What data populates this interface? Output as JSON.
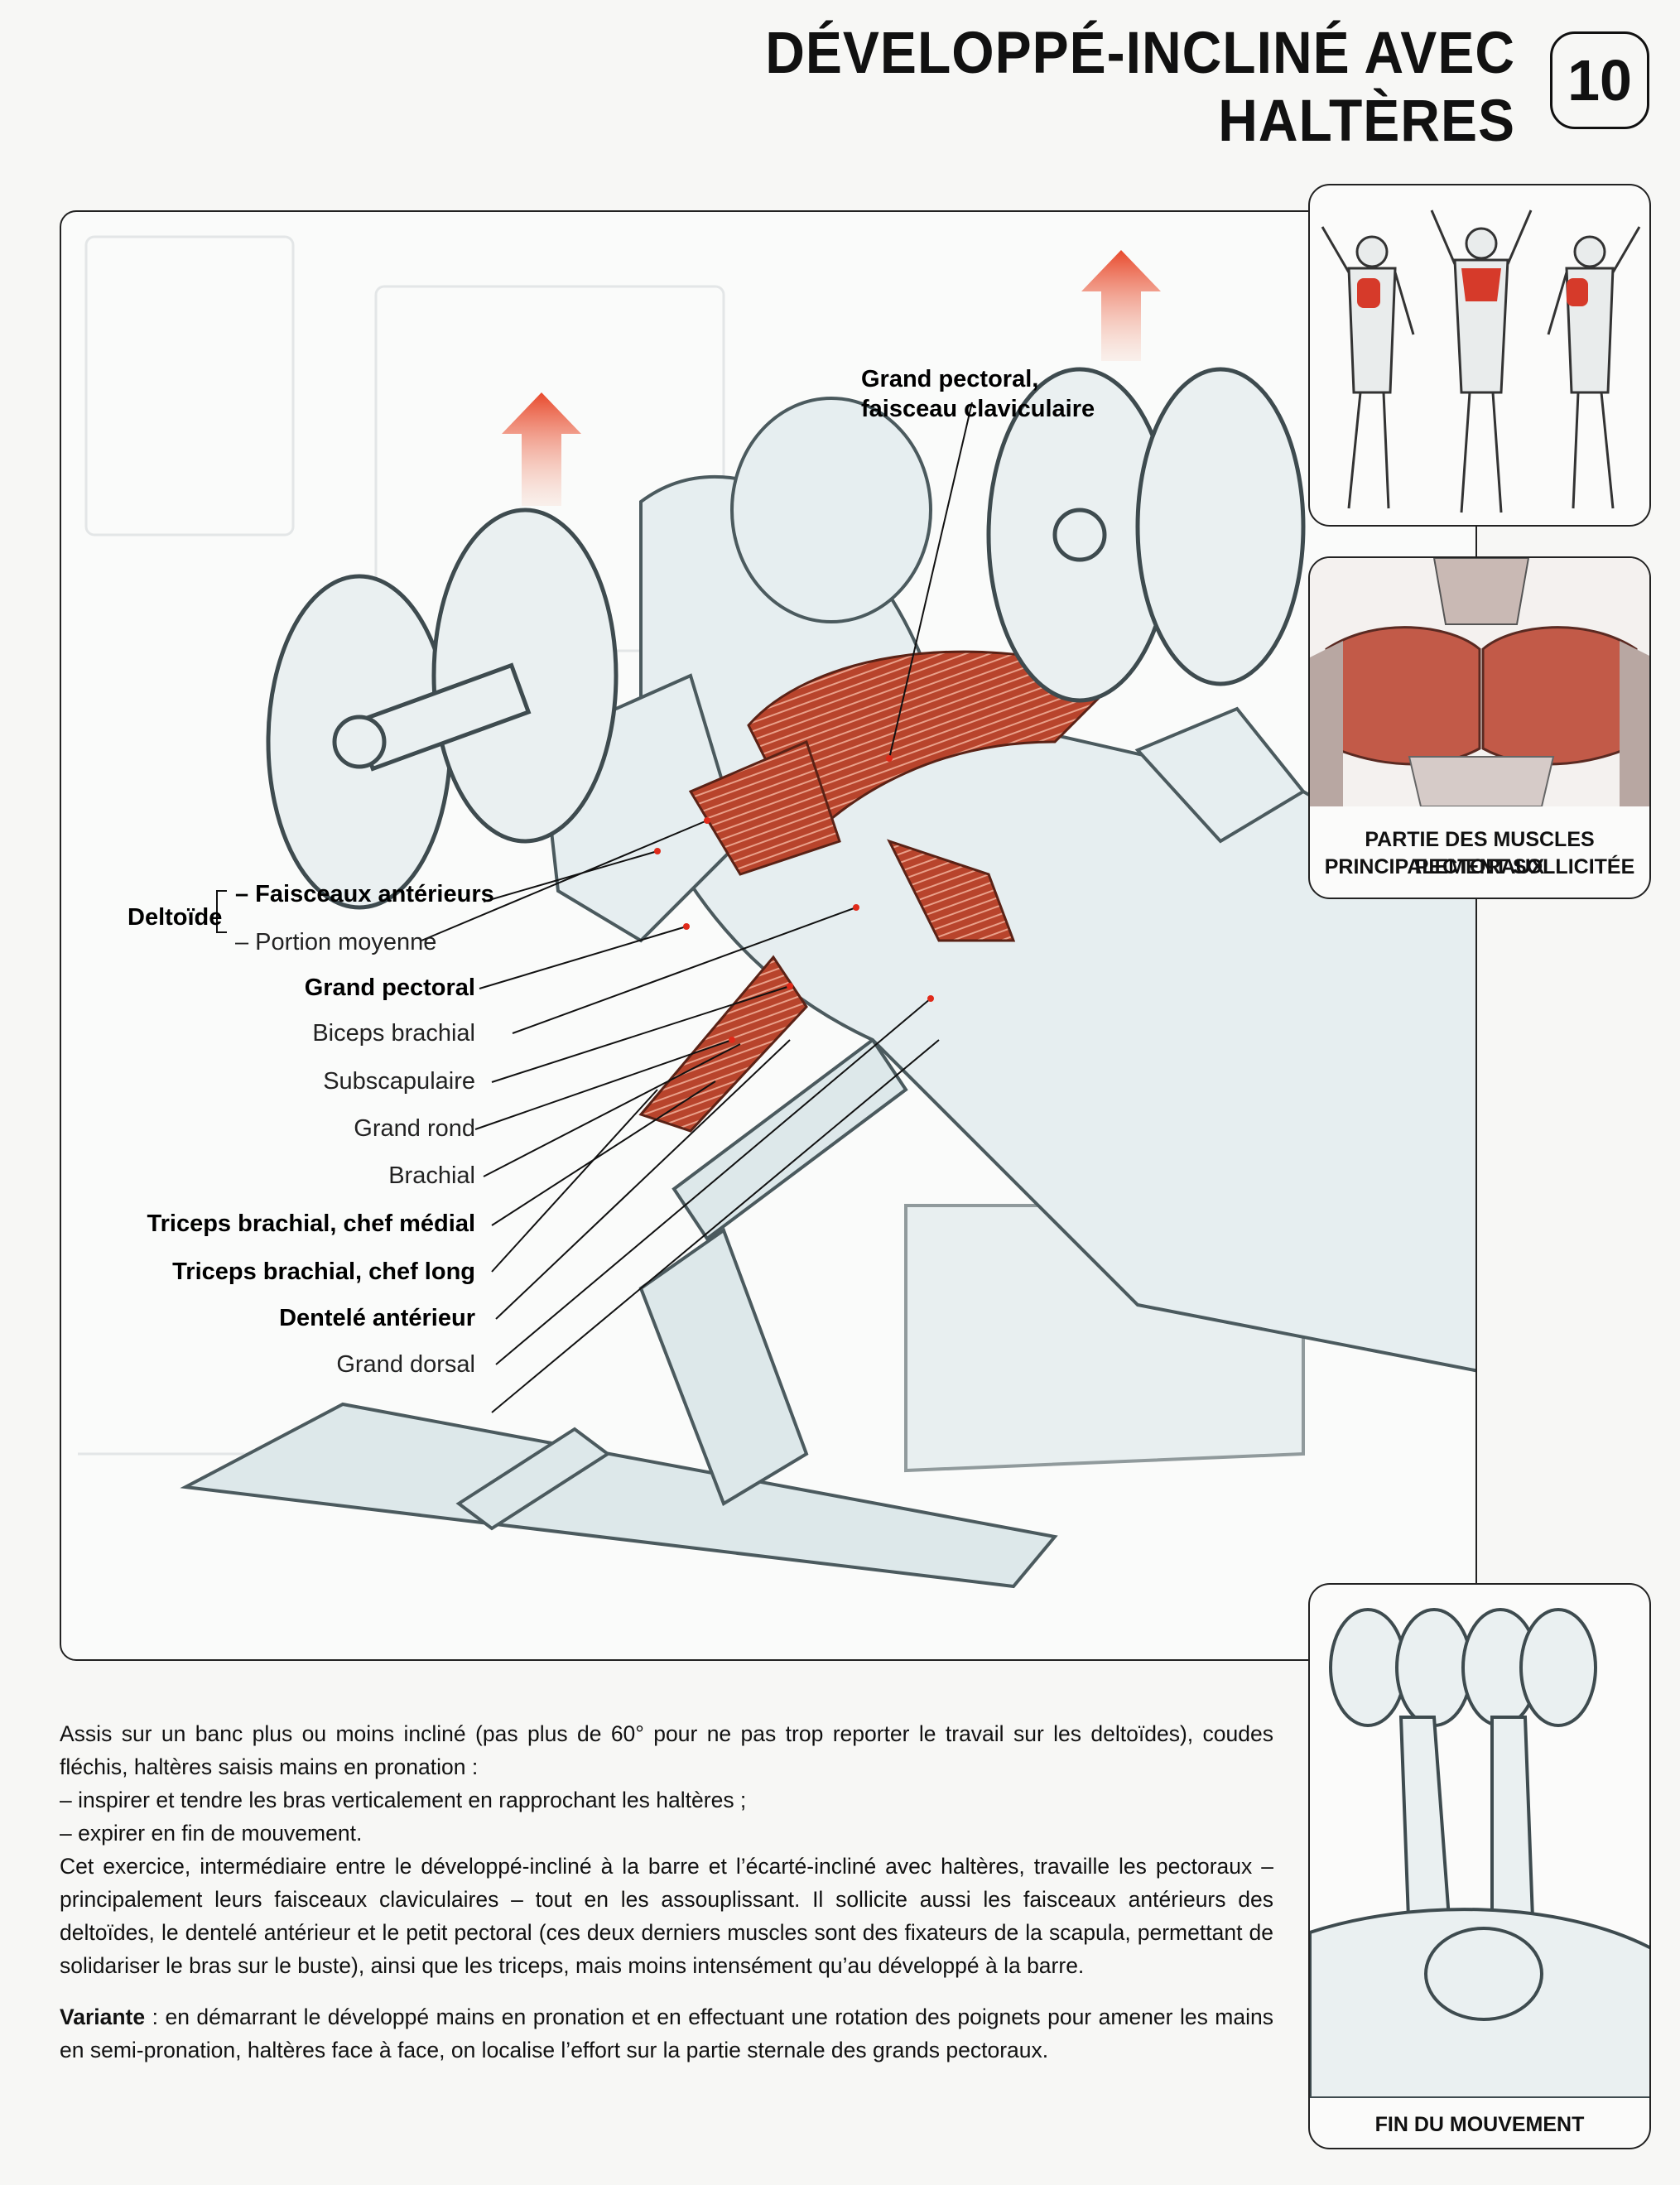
{
  "page": {
    "title": "DÉVELOPPÉ-INCLINÉ AVEC HALTÈRES",
    "number": "10"
  },
  "figure": {
    "labels": {
      "deltoid_group": "Deltoïde",
      "faisceaux_anterieurs": "– Faisceaux antérieurs",
      "portion_moyenne": "– Portion moyenne",
      "grand_pectoral": "Grand pectoral",
      "biceps_brachial": "Biceps brachial",
      "subscapulaire": "Subscapulaire",
      "grand_rond": "Grand rond",
      "brachial": "Brachial",
      "triceps_median": "Triceps brachial, chef médial",
      "triceps_long": "Triceps brachial, chef long",
      "dentele_anterieur": "Dentelé antérieur",
      "grand_dorsal": "Grand dorsal",
      "pectoral_clav_1": "Grand pectoral,",
      "pectoral_clav_2": "faisceau claviculaire"
    }
  },
  "side_panels": {
    "muscles_caption_1": "PARTIE DES MUSCLES PECTORAUX",
    "muscles_caption_2": "PRINCIPALEMENT SOLLICITÉE",
    "end_caption": "FIN DU MOUVEMENT"
  },
  "text": {
    "p1": "Assis sur un banc plus ou moins incliné (pas plus de 60° pour ne pas trop reporter le travail sur les deltoïdes), coudes fléchis, haltères saisis mains en pronation :",
    "p2": "– inspirer et tendre les bras verticalement en rapprochant les haltères ;",
    "p3": "– expirer en fin de mouvement.",
    "p4": "Cet exercice, intermédiaire entre le développé-incliné à la barre et l’écarté-incliné avec haltères, travaille les pectoraux – principalement leurs faisceaux claviculaires – tout en les assouplissant. Il sollicite aussi les faisceaux antérieurs des deltoïdes, le dentelé antérieur et le petit pectoral (ces deux derniers muscles sont des fixateurs de la scapula, permettant de solidariser le bras sur le buste), ainsi que les triceps, mais moins intensément qu’au développé à la barre.",
    "variante_label": "Variante",
    "variante_text": " : en démarrant le développé mains en pronation et en effectuant une rotation des poignets pour amener les mains en semi-pronation, haltères face à face, on localise l’effort sur la partie sternale des grands pectoraux."
  },
  "colors": {
    "muscle_red": "#b8442c",
    "arrow_red": "#e8492c",
    "sketch_blue": "#c9d8dc"
  }
}
